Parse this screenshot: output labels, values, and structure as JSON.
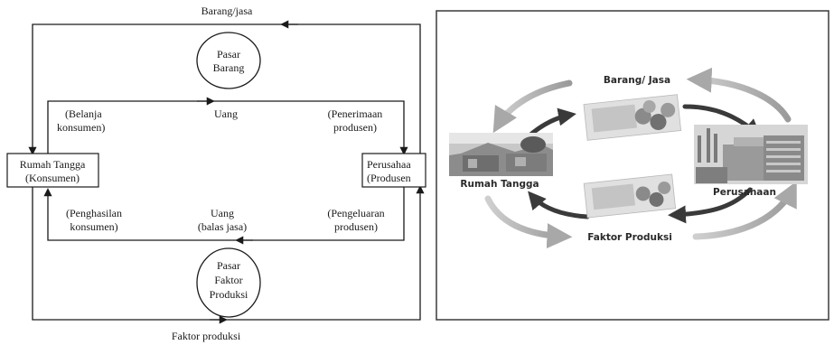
{
  "left_diagram": {
    "top_flow": "Barang/jasa",
    "bottom_flow": "Faktor produksi",
    "market_goods": [
      "Pasar",
      "Barang"
    ],
    "market_factors": [
      "Pasar",
      "Faktor",
      "Produksi"
    ],
    "household": [
      "Rumah Tangga",
      "(Konsumen)"
    ],
    "firm": [
      "Perusahaa",
      "(Produsen"
    ],
    "upper_money": "Uang",
    "upper_left_note": [
      "(Belanja",
      "konsumen)"
    ],
    "upper_right_note": [
      "(Penerimaan",
      "produsen)"
    ],
    "lower_money": [
      "Uang",
      "(balas jasa)"
    ],
    "lower_left_note": [
      "(Penghasilan",
      "konsumen)"
    ],
    "lower_right_note": [
      "(Pengeluaran",
      "produsen)"
    ]
  },
  "right_diagram": {
    "top_label": "Barang/ Jasa",
    "bottom_label": "Faktor Produksi",
    "household_label": "Rumah Tangga",
    "firm_label": "Perusahaan"
  },
  "colors": {
    "line": "#1a1a1a",
    "frame": "#3a3a3a",
    "outer_arrow": "#b8b8b8",
    "inner_arrow": "#3a3a3a",
    "photo_dark": "#6e6e6e",
    "photo_light": "#d6d6d6"
  },
  "icons": [
    "house-photo",
    "factory-photo",
    "money-photo"
  ]
}
